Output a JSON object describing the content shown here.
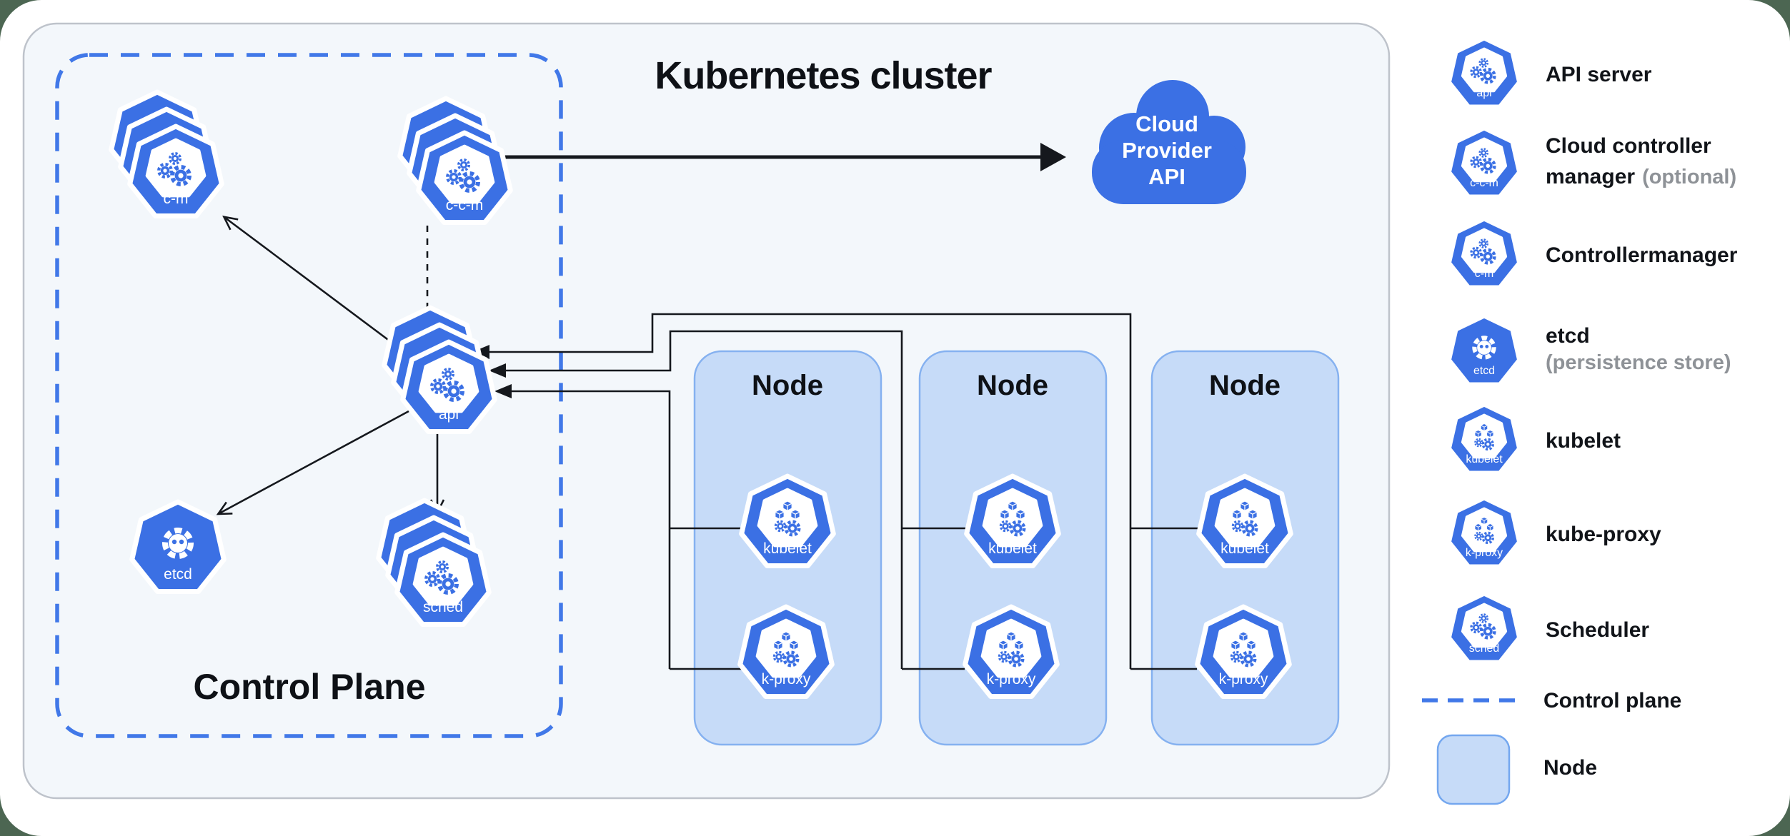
{
  "title": "Kubernetes cluster",
  "colors": {
    "kubernetes_blue": "#3B70E4",
    "node_fill": "#C6DBF8",
    "node_border": "#85B1F0",
    "card_fill": "#F3F7FB",
    "card_border": "#BEC3CB",
    "page_background": "#4C6652",
    "dashed_control_plane_blue": "#4178E8",
    "arrow_black": "#15181d"
  },
  "control_plane": {
    "label": "Control Plane",
    "components": {
      "controller_manager": "c-m",
      "cloud_controller_manager": "c-c-m",
      "api_server": "api",
      "etcd": "etcd",
      "scheduler": "sched"
    }
  },
  "cloud_provider": {
    "line1": "Cloud",
    "line2": "Provider",
    "line3": "API"
  },
  "nodes": [
    {
      "label": "Node",
      "kubelet": "kubelet",
      "kube_proxy": "k-proxy"
    },
    {
      "label": "Node",
      "kubelet": "kubelet",
      "kube_proxy": "k-proxy"
    },
    {
      "label": "Node",
      "kubelet": "kubelet",
      "kube_proxy": "k-proxy"
    }
  ],
  "legend": {
    "items": [
      {
        "badge": "api",
        "label": "API server"
      },
      {
        "badge": "c-c-m",
        "label": "Cloud controller",
        "label2": "manager",
        "sublabel": "(optional)"
      },
      {
        "badge": "c-m",
        "label": "Controllermanager"
      },
      {
        "badge": "etcd",
        "label": "etcd",
        "sublabel": "(persistence store)"
      },
      {
        "badge": "kubelet",
        "label": "kubelet"
      },
      {
        "badge": "k-proxy",
        "label": "kube-proxy"
      },
      {
        "badge": "sched",
        "label": "Scheduler"
      },
      {
        "label": "Control plane"
      },
      {
        "label": "Node"
      }
    ]
  }
}
